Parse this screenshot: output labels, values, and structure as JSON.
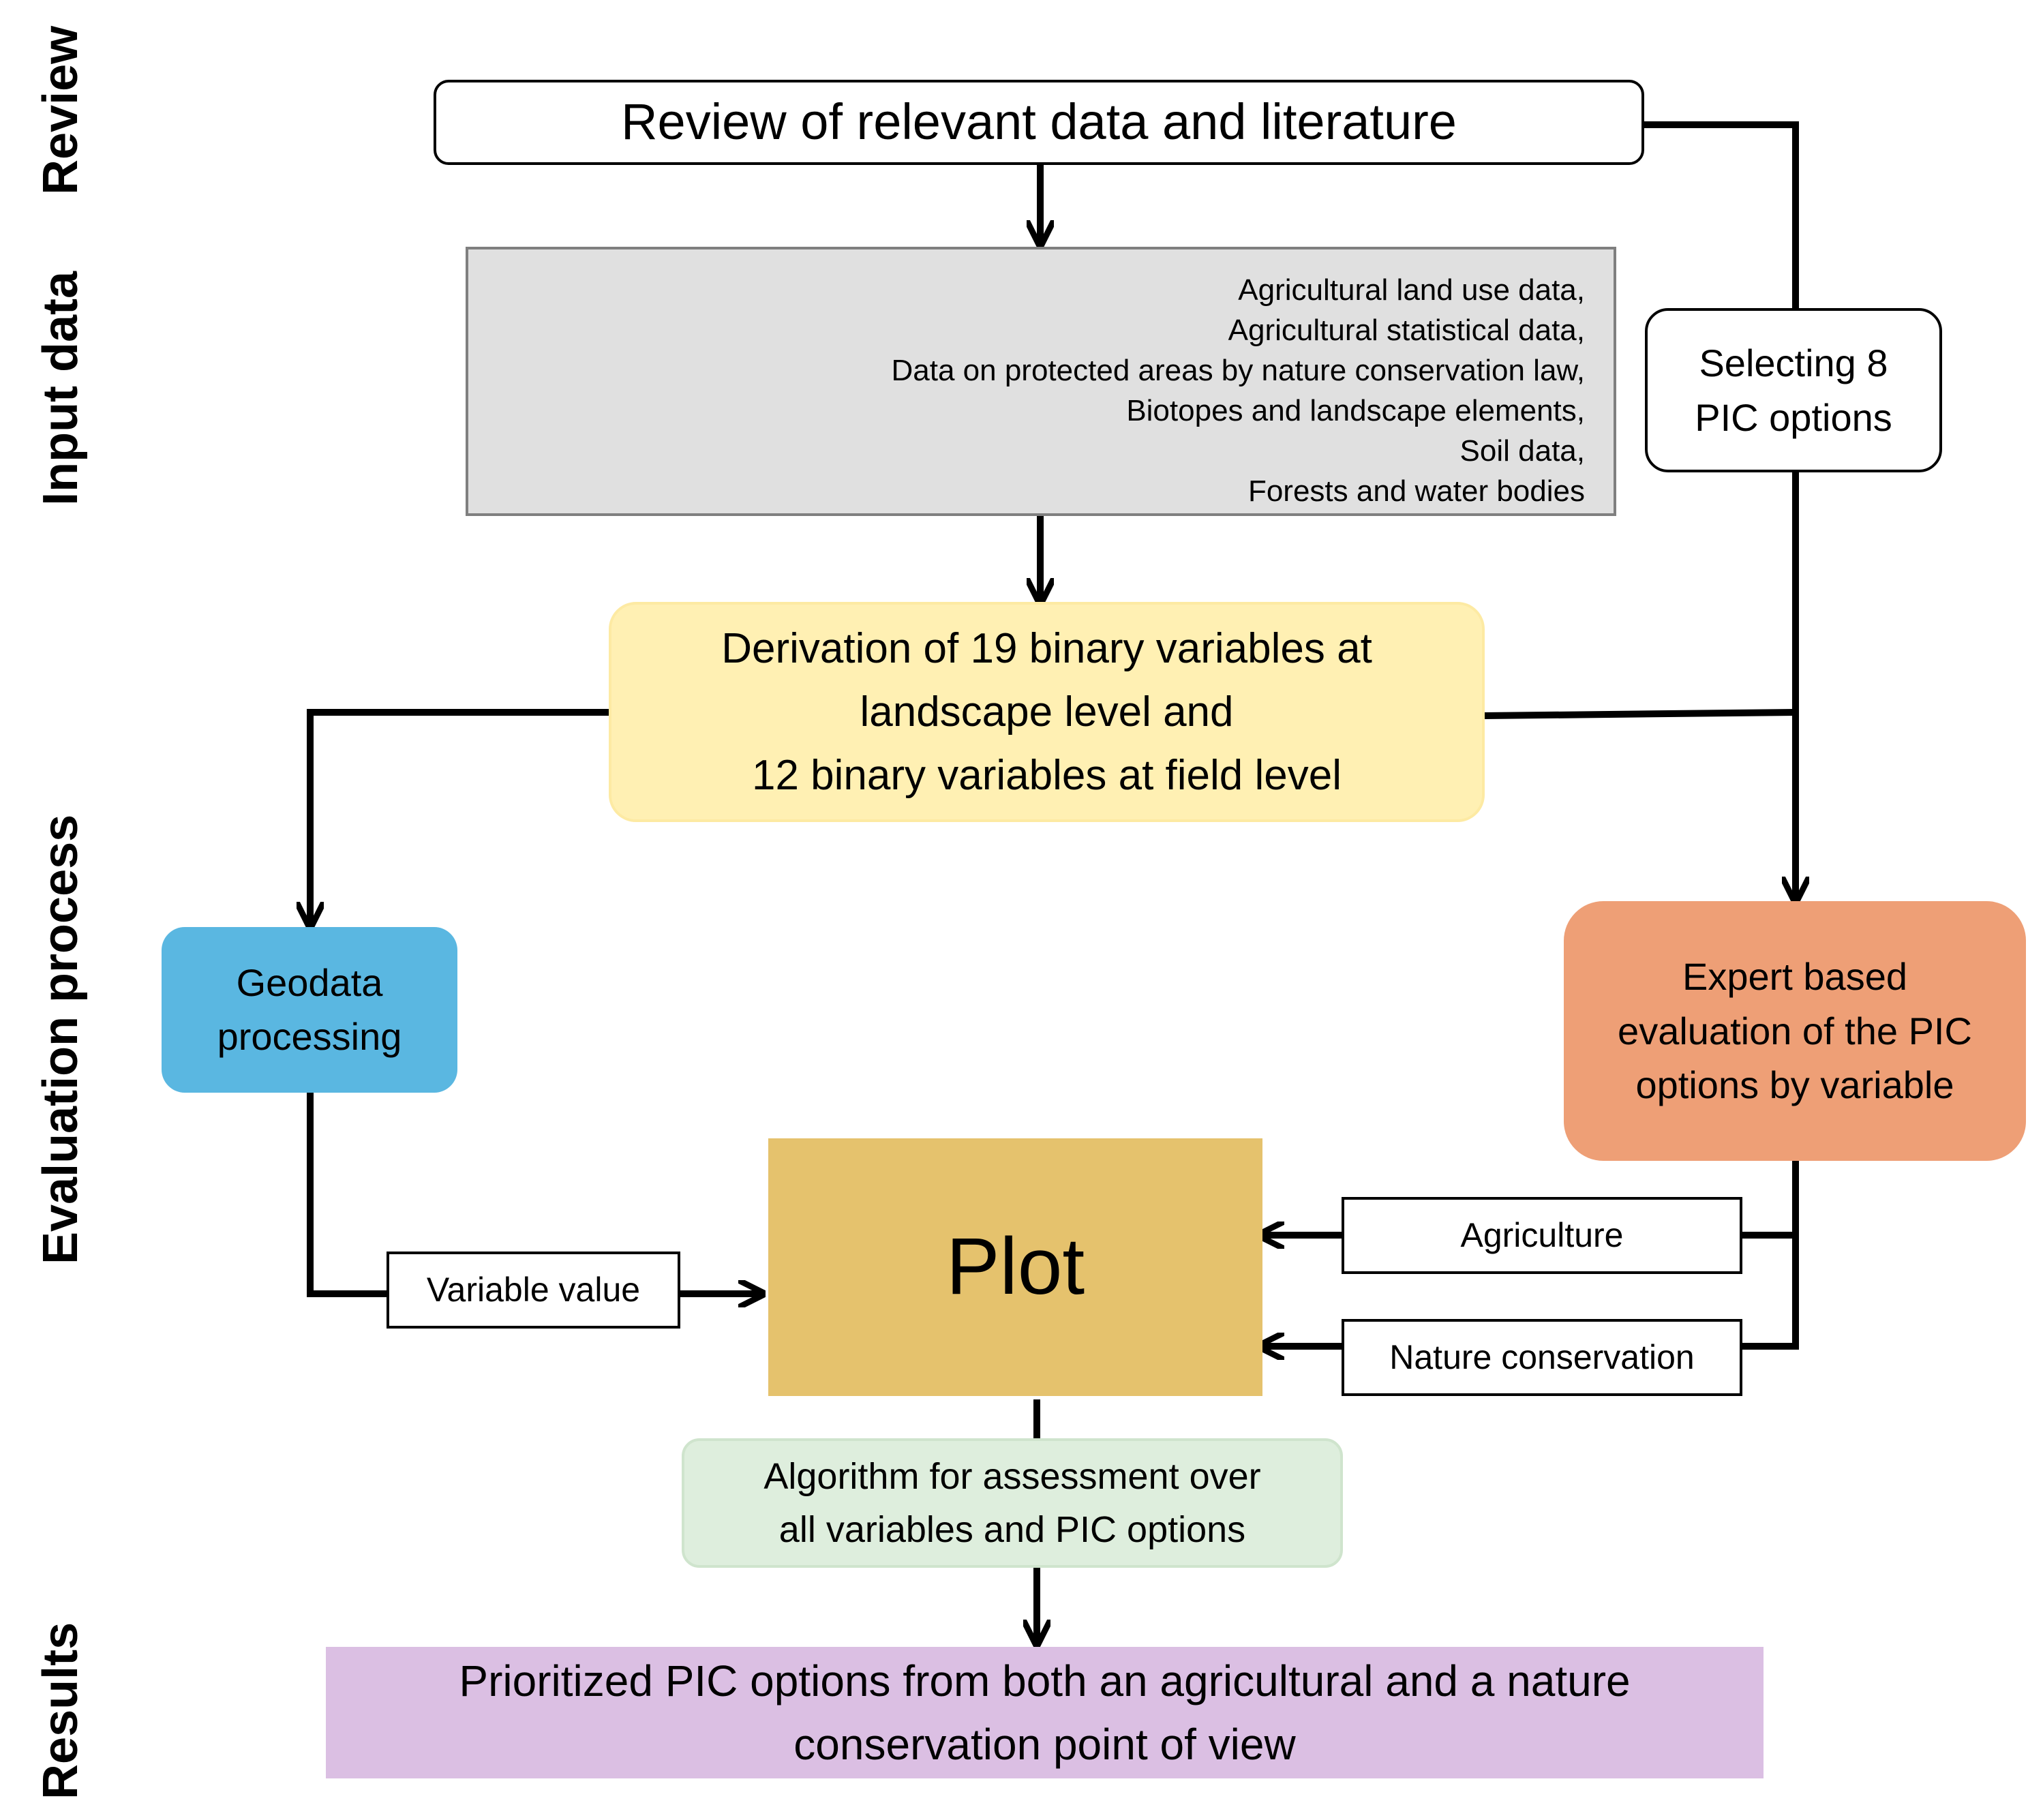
{
  "stages": {
    "review": "Review",
    "input_data": "Input data",
    "evaluation_process": "Evaluation process",
    "results": "Results"
  },
  "nodes": {
    "review": "Review of relevant data and literature",
    "input_data_lines": [
      "Agricultural land use data,",
      "Agricultural statistical data,",
      "Data on protected areas by nature conservation law,",
      "Biotopes and landscape elements,",
      "Soil data,",
      "Forests and water bodies"
    ],
    "selecting": "Selecting 8\nPIC options",
    "derivation": "Derivation of 19 binary variables at\nlandscape level and\n12 binary variables at field level",
    "geodata": "Geodata\nprocessing",
    "expert": "Expert based\nevaluation of the PIC\noptions by variable",
    "plot": "Plot",
    "variable_value": "Variable value",
    "agriculture": "Agriculture",
    "nature_conservation": "Nature conservation",
    "algorithm": "Algorithm for assessment over\nall variables and PIC options",
    "results": "Prioritized PIC options from both an agricultural and a nature\nconservation point of view"
  },
  "colors": {
    "input_gray": "#e0e0e0",
    "derivation_yellow": "#fff0b3",
    "geodata_blue": "#5ab7e1",
    "expert_orange": "#ee9f76",
    "plot_gold": "#e5c26d",
    "algorithm_green": "#deeedd",
    "results_purple": "#dbbfe3"
  }
}
